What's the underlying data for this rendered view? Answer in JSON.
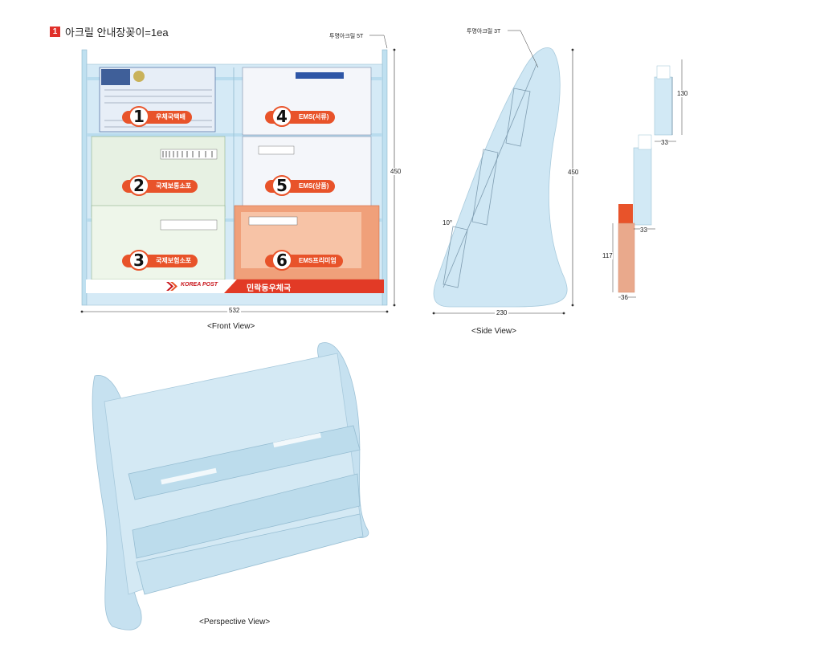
{
  "header": {
    "number": "1",
    "title": "아크릴 안내장꽂이=1ea"
  },
  "callouts": {
    "front_material": "투명아크릴 5T",
    "side_material": "투명아크릴 3T"
  },
  "front": {
    "pockets": [
      {
        "num": "1",
        "label": "우체국택배"
      },
      {
        "num": "2",
        "label": "국제보통소포"
      },
      {
        "num": "3",
        "label": "국제보험소포"
      },
      {
        "num": "4",
        "label": "EMS(서류)"
      },
      {
        "num": "5",
        "label": "EMS(상품)"
      },
      {
        "num": "6",
        "label": "EMS프리미엄"
      }
    ],
    "brand": "KOREA POST",
    "office": "민락동우체국",
    "dims": {
      "width": "532",
      "height": "450"
    },
    "caption": "<Front View>"
  },
  "side": {
    "dims": {
      "height": "450",
      "depth": "230",
      "angle": "10°"
    },
    "caption": "<Side View>"
  },
  "detail": {
    "dims": {
      "top_height": "130",
      "top_width": "33",
      "mid_width": "33",
      "low_height": "117",
      "low_width": "36"
    }
  },
  "perspective": {
    "caption": "<Perspective View>"
  },
  "colors": {
    "acrylic": "#cde6f3",
    "accent": "#e8532a",
    "korea_post_red": "#e23a26"
  }
}
